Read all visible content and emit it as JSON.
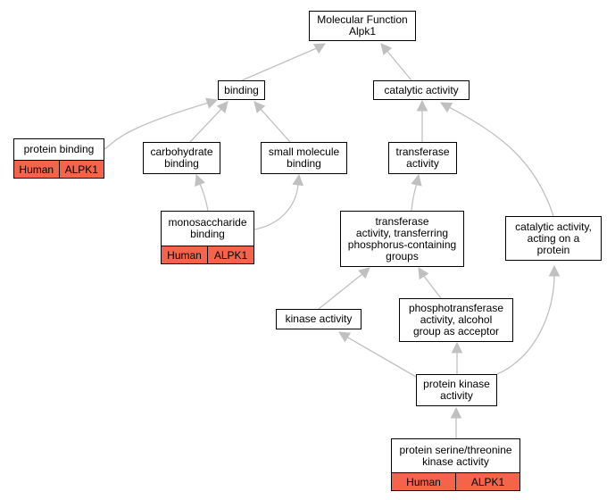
{
  "colors": {
    "edge": "#c0c0c0",
    "badge_fill": "#f4634a",
    "node_border": "#000000"
  },
  "nodes": {
    "root": {
      "lines": [
        "Molecular Function",
        "Alpk1"
      ]
    },
    "binding": {
      "lines": [
        "binding"
      ]
    },
    "catalytic": {
      "lines": [
        "catalytic activity"
      ]
    },
    "protbind": {
      "lines": [
        "protein binding"
      ],
      "badges": [
        "Human",
        "ALPK1"
      ]
    },
    "carbo": {
      "lines": [
        "carbohydrate",
        "binding"
      ]
    },
    "smallmol": {
      "lines": [
        "small molecule",
        "binding"
      ]
    },
    "transfer": {
      "lines": [
        "transferase",
        "activity"
      ]
    },
    "mono": {
      "lines": [
        "monosaccharide",
        "binding"
      ],
      "badges": [
        "Human",
        "ALPK1"
      ]
    },
    "transphos": {
      "lines": [
        "transferase",
        "activity, transferring",
        "phosphorus-containing",
        "groups"
      ]
    },
    "catprot": {
      "lines": [
        "catalytic activity,",
        "acting on a",
        "protein"
      ]
    },
    "kinase": {
      "lines": [
        "kinase activity"
      ]
    },
    "phosalc": {
      "lines": [
        "phosphotransferase",
        "activity, alcohol",
        "group as acceptor"
      ]
    },
    "protkin": {
      "lines": [
        "protein kinase",
        "activity"
      ]
    },
    "serthr": {
      "lines": [
        "protein serine/threonine",
        "kinase activity"
      ],
      "badges": [
        "Human",
        "ALPK1"
      ]
    }
  }
}
